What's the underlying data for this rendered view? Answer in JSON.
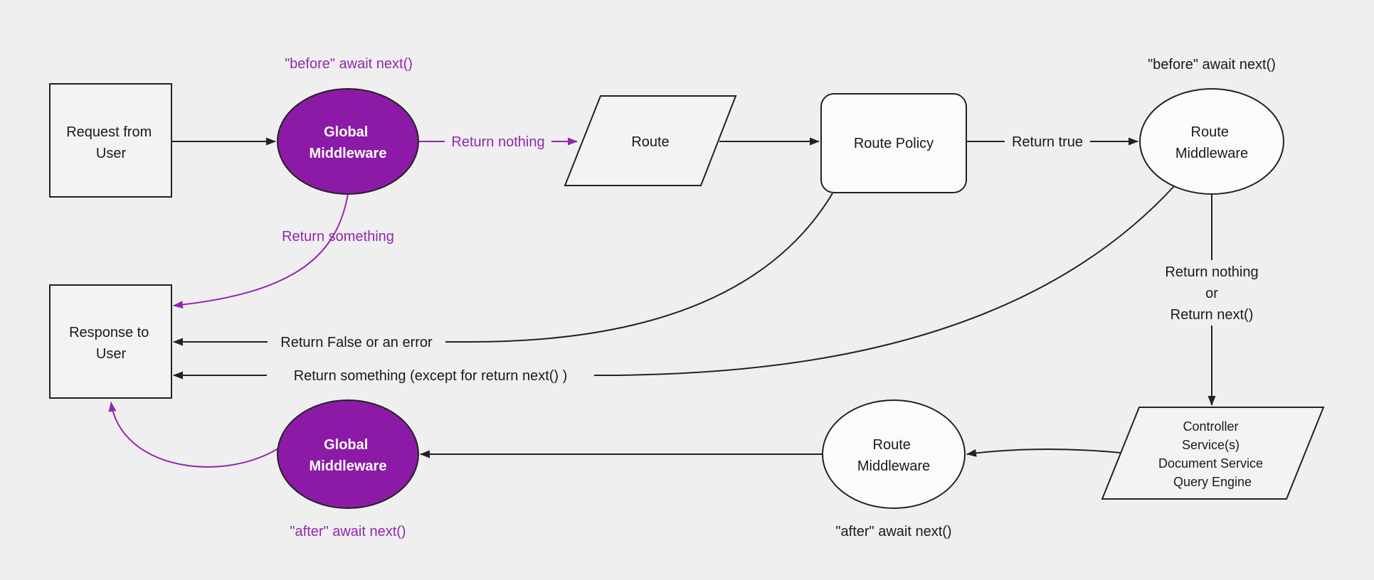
{
  "colors": {
    "background": "#efefef",
    "node_purple": "#8c1aa6",
    "accent_purple": "#9327b0",
    "line_black": "#222222",
    "node_fill": "#f3f3f3",
    "ellipse_fill": "#fbfbfb"
  },
  "nodes": {
    "request": {
      "line1": "Request from",
      "line2": "User"
    },
    "global_middleware_top": {
      "line1": "Global",
      "line2": "Middleware"
    },
    "route": {
      "label": "Route"
    },
    "route_policy": {
      "label": "Route Policy"
    },
    "route_middleware_top": {
      "line1": "Route",
      "line2": "Middleware"
    },
    "controller": {
      "line1": "Controller",
      "line2": "Service(s)",
      "line3": "Document Service",
      "line4": "Query Engine"
    },
    "route_middleware_bottom": {
      "line1": "Route",
      "line2": "Middleware"
    },
    "global_middleware_bottom": {
      "line1": "Global",
      "line2": "Middleware"
    },
    "response": {
      "line1": "Response to",
      "line2": "User"
    }
  },
  "edge_labels": {
    "before_await_next_global": "\"before\" await next()",
    "before_await_next_route": "\"before\" await next()",
    "return_nothing": "Return nothing",
    "return_something": "Return something",
    "return_true": "Return true",
    "return_nothing_line1": "Return nothing",
    "return_nothing_line2": "or",
    "return_nothing_line3": "Return next()",
    "return_false_or_error": "Return False or an error",
    "return_something_except": "Return something (except for return next() )",
    "after_await_next_route": "\"after\" await next()",
    "after_await_next_global": "\"after\" await next()"
  }
}
